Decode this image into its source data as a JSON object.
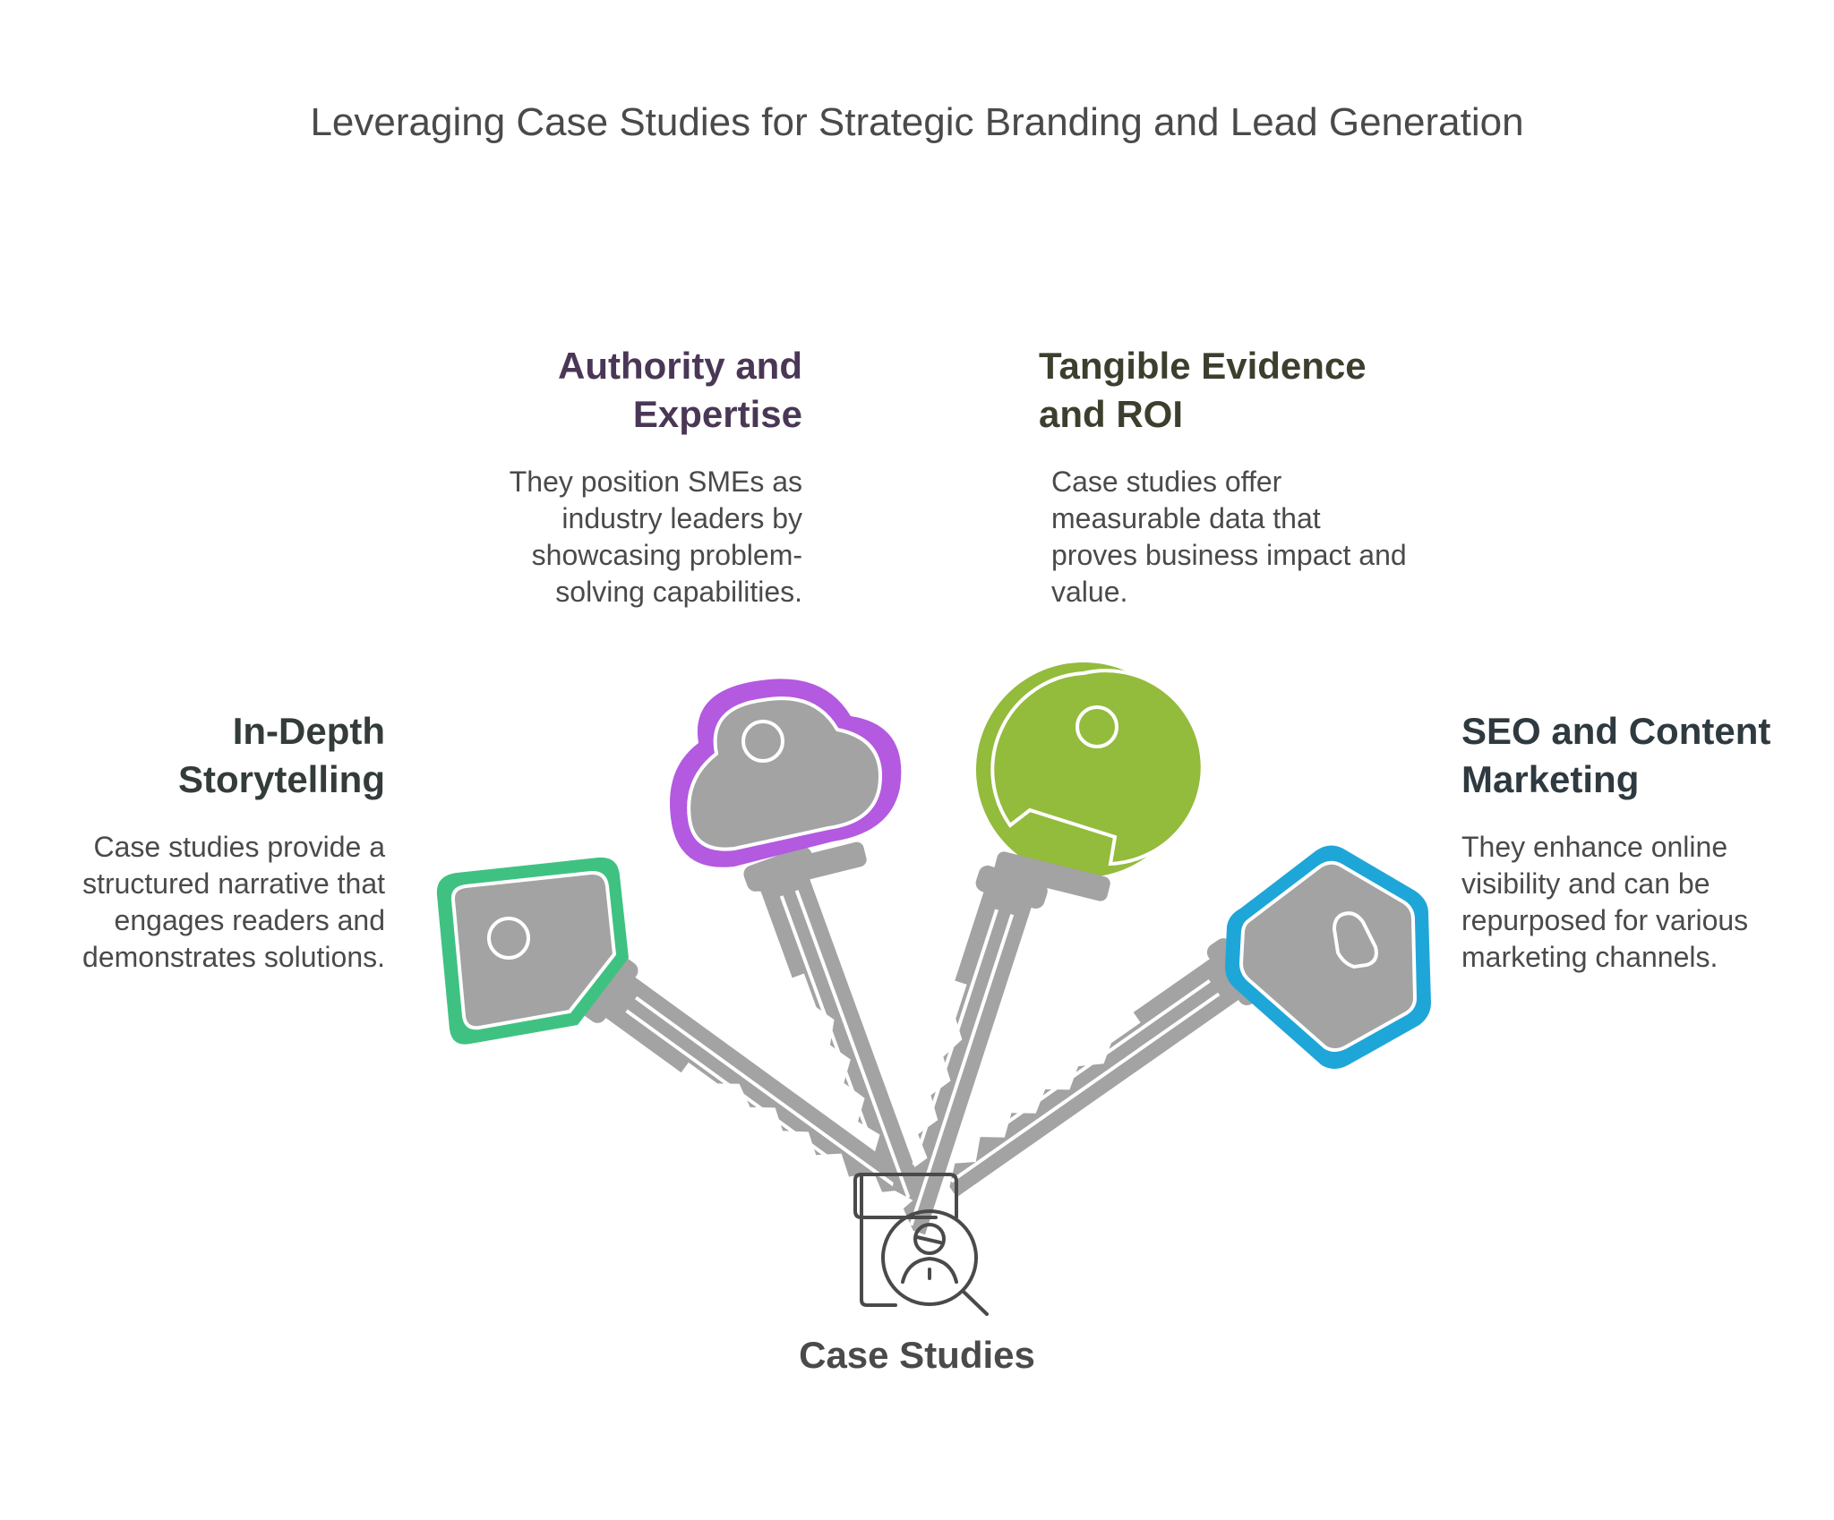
{
  "title": "Leveraging Case Studies for Strategic Branding and Lead Generation",
  "center": {
    "label": "Case Studies",
    "icon": "case-study-search-icon"
  },
  "keys": [
    {
      "id": "storytelling",
      "heading": "In-Depth Storytelling",
      "description": "Case studies provide a structured narrative that engages readers and demonstrates solutions.",
      "color": "#3fc281"
    },
    {
      "id": "authority",
      "heading": "Authority and Expertise",
      "description": "They position SMEs as industry leaders by showcasing problem-solving capabilities.",
      "color": "#b35ae0"
    },
    {
      "id": "evidence",
      "heading": "Tangible Evidence and ROI",
      "description": "Case studies offer measurable data that proves business impact and value.",
      "color": "#93bb3c"
    },
    {
      "id": "seo",
      "heading": "SEO and Content Marketing",
      "description": "They enhance online visibility and can be repurposed for various marketing channels.",
      "color": "#1fa6d8"
    }
  ],
  "key_fill": "#a3a3a3"
}
